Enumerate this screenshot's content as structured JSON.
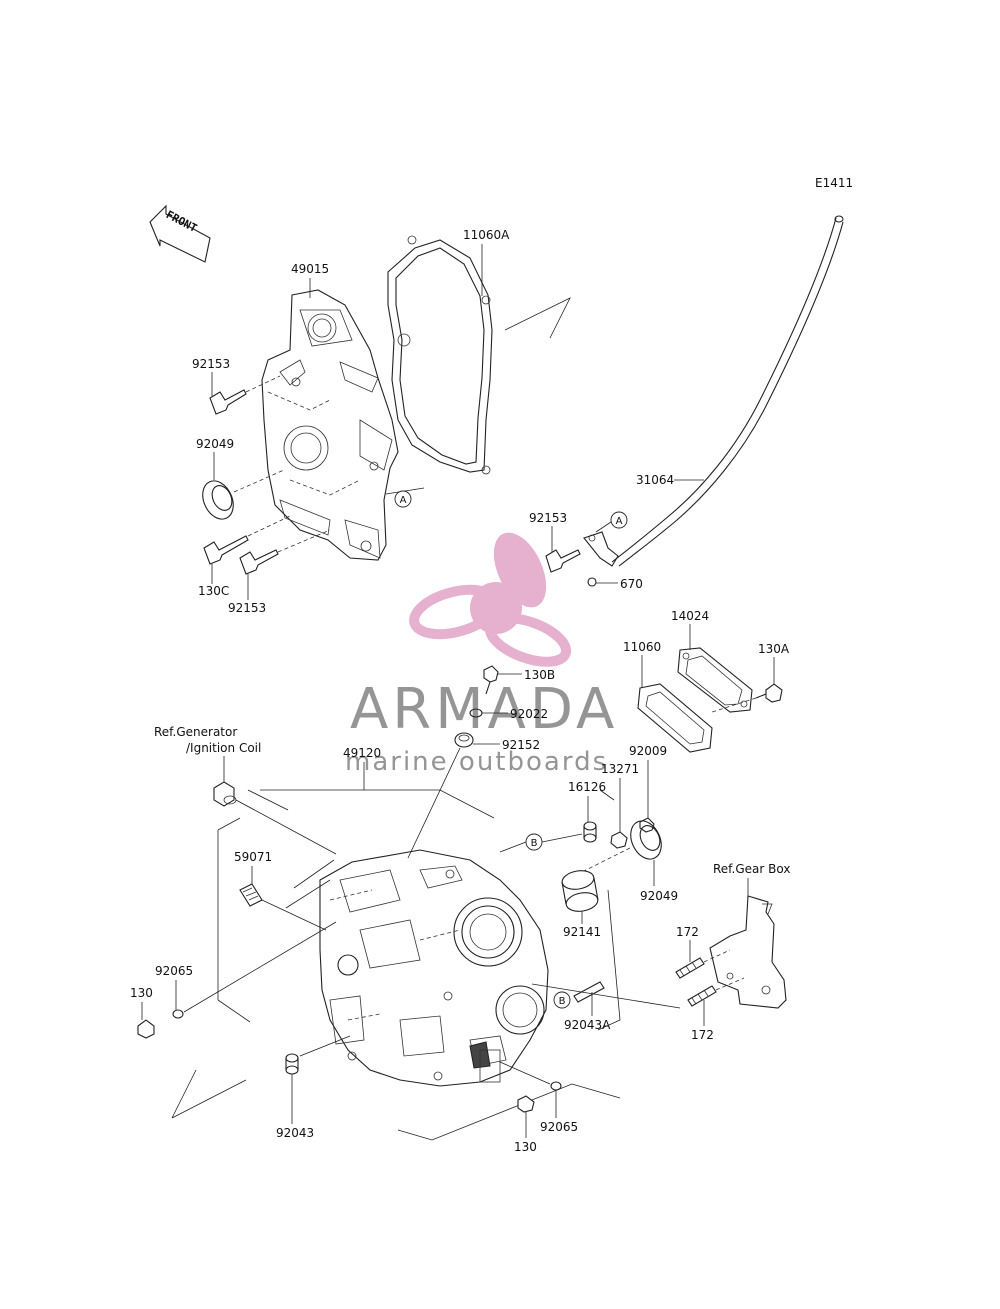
{
  "diagram_code": "E1411",
  "front_label": "FRONT",
  "watermark": {
    "brand": "ARMADA",
    "tagline": "marine outboards",
    "logo_color": "#e2a3c7",
    "text_color": "#8a8a8a"
  },
  "tags": {
    "a": "A",
    "b": "B"
  },
  "parts": {
    "p49015": "49015",
    "p11060A": "11060A",
    "p92153_top": "92153",
    "p92049_top": "92049",
    "p130C": "130C",
    "p92153_bottom": "92153",
    "p31064": "31064",
    "p92153_mid": "92153",
    "p670": "670",
    "p14024": "14024",
    "p11060": "11060",
    "p130A": "130A",
    "p130B": "130B",
    "p92022": "92022",
    "p92152": "92152",
    "p92009": "92009",
    "p13271": "13271",
    "p16126": "16126",
    "p49120": "49120",
    "p59071": "59071",
    "p92065_left": "92065",
    "p130_left": "130",
    "p92049_mid": "92049",
    "p92141": "92141",
    "p92043A": "92043A",
    "p172_top": "172",
    "p172_bottom": "172",
    "p92043": "92043",
    "p130_bottom": "130",
    "p92065_bottom": "92065"
  },
  "references": {
    "generator_line1": "Ref.Generator",
    "generator_line2": "/Ignition Coil",
    "gearbox": "Ref.Gear Box"
  }
}
